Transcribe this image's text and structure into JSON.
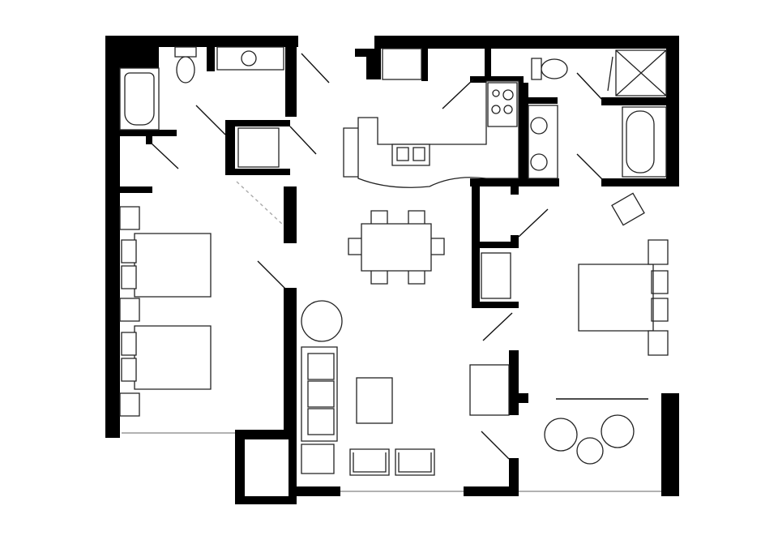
{
  "colors": {
    "wall": "#000000",
    "background": "#ffffff",
    "fixture_stroke": "#222222"
  },
  "rooms": [
    "bedroom-left",
    "bathroom-left",
    "kitchen",
    "dining",
    "living",
    "bathroom-right",
    "bedroom-right",
    "balcony"
  ]
}
